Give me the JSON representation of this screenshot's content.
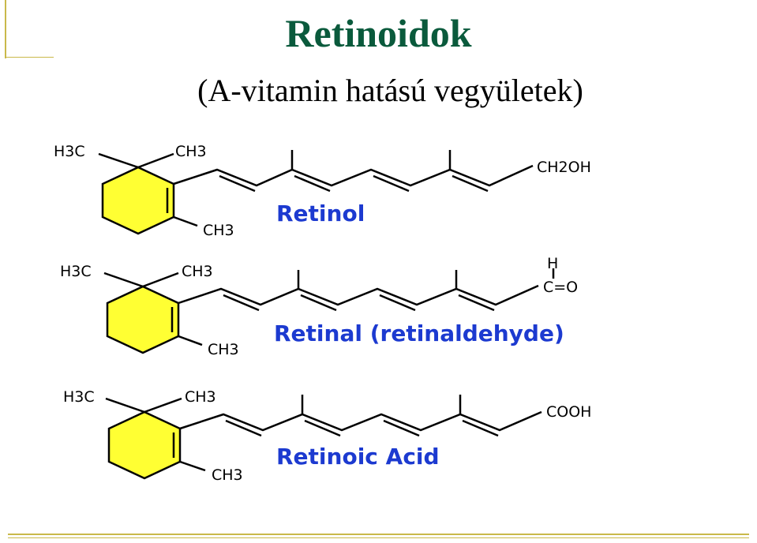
{
  "slide": {
    "title": "Retinoidok",
    "subtitle": "(A-vitamin hatású vegyületek)"
  },
  "molecules": [
    {
      "name": "Retinol",
      "group_label": "CH2OH",
      "labels": {
        "h3c": "H3C",
        "ch3_top": "CH3",
        "ch3_bottom": "CH3"
      }
    },
    {
      "name": "Retinal (retinaldehyde)",
      "group_label": "C=O",
      "h_label": "H",
      "labels": {
        "h3c": "H3C",
        "ch3_top": "CH3",
        "ch3_bottom": "CH3"
      }
    },
    {
      "name": "Retinoic Acid",
      "group_label": "COOH",
      "labels": {
        "h3c": "H3C",
        "ch3_top": "CH3",
        "ch3_bottom": "CH3"
      }
    }
  ],
  "colors": {
    "title": "#0a5a3c",
    "ring_fill": "#ffff33",
    "name_text": "#1c3ad0",
    "rule": "#c9b94a"
  }
}
